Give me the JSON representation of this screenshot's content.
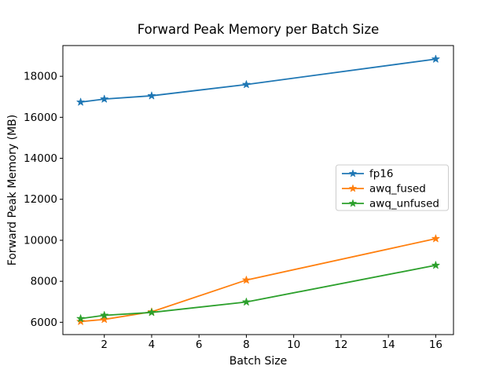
{
  "chart_data": {
    "type": "line",
    "title": "Forward Peak Memory per Batch Size",
    "xlabel": "Batch Size",
    "ylabel": "Forward Peak Memory (MB)",
    "x": [
      1,
      2,
      4,
      8,
      16
    ],
    "series": [
      {
        "name": "fp16",
        "color": "#1f77b4",
        "marker": "star",
        "values": [
          16740,
          16890,
          17050,
          17600,
          18840
        ]
      },
      {
        "name": "awq_fused",
        "color": "#ff7f0e",
        "marker": "star",
        "values": [
          6040,
          6140,
          6510,
          8060,
          10080
        ]
      },
      {
        "name": "awq_unfused",
        "color": "#2ca02c",
        "marker": "star",
        "values": [
          6180,
          6340,
          6480,
          6990,
          8780
        ]
      }
    ],
    "xlim": [
      0.25,
      16.75
    ],
    "ylim": [
      5400,
      19500
    ],
    "xticks": [
      2,
      4,
      6,
      8,
      10,
      12,
      14,
      16
    ],
    "yticks": [
      6000,
      8000,
      10000,
      12000,
      14000,
      16000,
      18000
    ],
    "grid": false,
    "legend": {
      "position": "center right",
      "entries": [
        "fp16",
        "awq_fused",
        "awq_unfused"
      ]
    },
    "background_color": "#ffffff",
    "spine_color": "#000000"
  }
}
